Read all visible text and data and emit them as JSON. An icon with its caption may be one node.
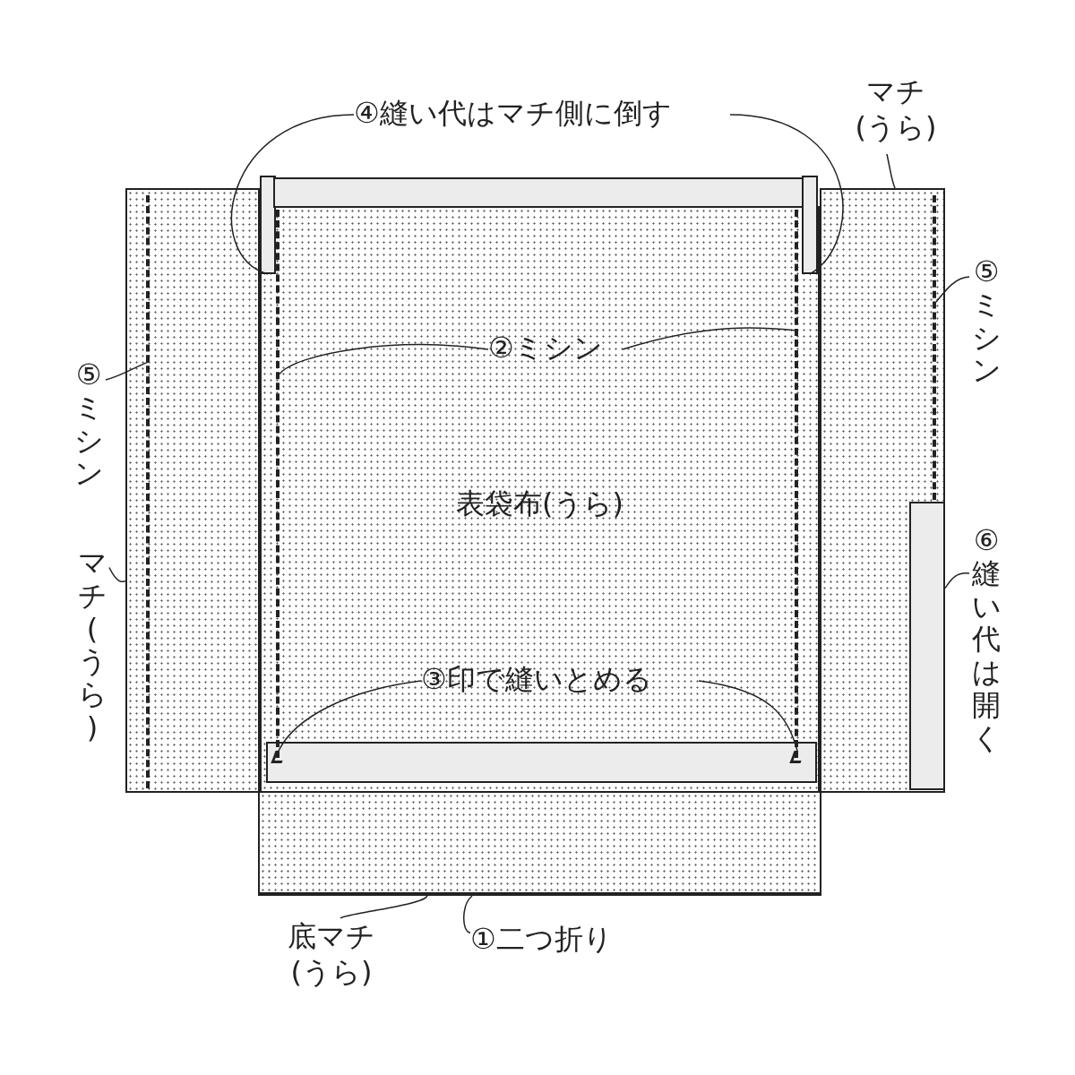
{
  "diagram": {
    "nodes": [
      {
        "text": [
          "④縫い代はマチ側に倒す"
        ]
      },
      {
        "text": [
          "マチ(うら)"
        ]
      },
      {
        "text": [
          "表袋布(うら)"
        ]
      },
      {
        "text": [],
        "shape": "box"
      },
      {
        "text": [],
        "shape": "box"
      },
      {
        "text": [],
        "shape": "box"
      },
      {
        "text": [
          "⑤ミシン"
        ]
      },
      {
        "text": [],
        "shape": "line",
        "in": 5
      },
      {
        "text": [
          "②ミシン"
        ],
        "in": 2
      },
      {
        "text": [],
        "shape": "line",
        "in": 2
      },
      {
        "text": [],
        "shape": "line",
        "in": 2
      },
      {
        "text": [
          "⑤ミシン"
        ]
      },
      {
        "text": [],
        "shape": "box"
      },
      {
        "text": [],
        "shape": "line",
        "in": 12
      },
      {
        "text": [
          "マチ(うら)"
        ]
      },
      {
        "text": [
          "⑥縫い代は開く"
        ]
      },
      {
        "text": [],
        "shape": "box",
        "in": 5
      },
      {
        "text": [
          "③印で縫いとめる"
        ],
        "in": 2
      },
      {
        "text": [],
        "shape": "mark",
        "in": 2
      },
      {
        "text": [],
        "shape": "mark",
        "in": 2
      },
      {
        "text": [],
        "shape": "box"
      },
      {
        "text": [
          "底マチ(うら)"
        ]
      },
      {
        "text": [
          "①二つ折り"
        ]
      },
      {
        "text": [],
        "shape": "line",
        "in": 20
      },
      {
        "text": [],
        "shape": "band"
      }
    ],
    "edges": [
      {
        "from": 0,
        "to": 3,
        "arrow": "none"
      },
      {
        "from": 0,
        "to": 4,
        "arrow": "none"
      },
      {
        "from": 1,
        "to": 5,
        "arrow": "none"
      },
      {
        "from": 6,
        "to": 7,
        "arrow": "none"
      },
      {
        "from": 8,
        "to": 9,
        "arrow": "none"
      },
      {
        "from": 8,
        "to": 10,
        "arrow": "none"
      },
      {
        "from": 11,
        "to": 13,
        "arrow": "none"
      },
      {
        "from": 14,
        "to": 12,
        "arrow": "none"
      },
      {
        "from": 15,
        "to": 16,
        "arrow": "none"
      },
      {
        "from": 17,
        "to": 18,
        "arrow": "none"
      },
      {
        "from": 17,
        "to": 19,
        "arrow": "none"
      },
      {
        "from": 21,
        "to": 20,
        "arrow": "none"
      },
      {
        "from": 22,
        "to": 23,
        "arrow": "none"
      }
    ]
  }
}
